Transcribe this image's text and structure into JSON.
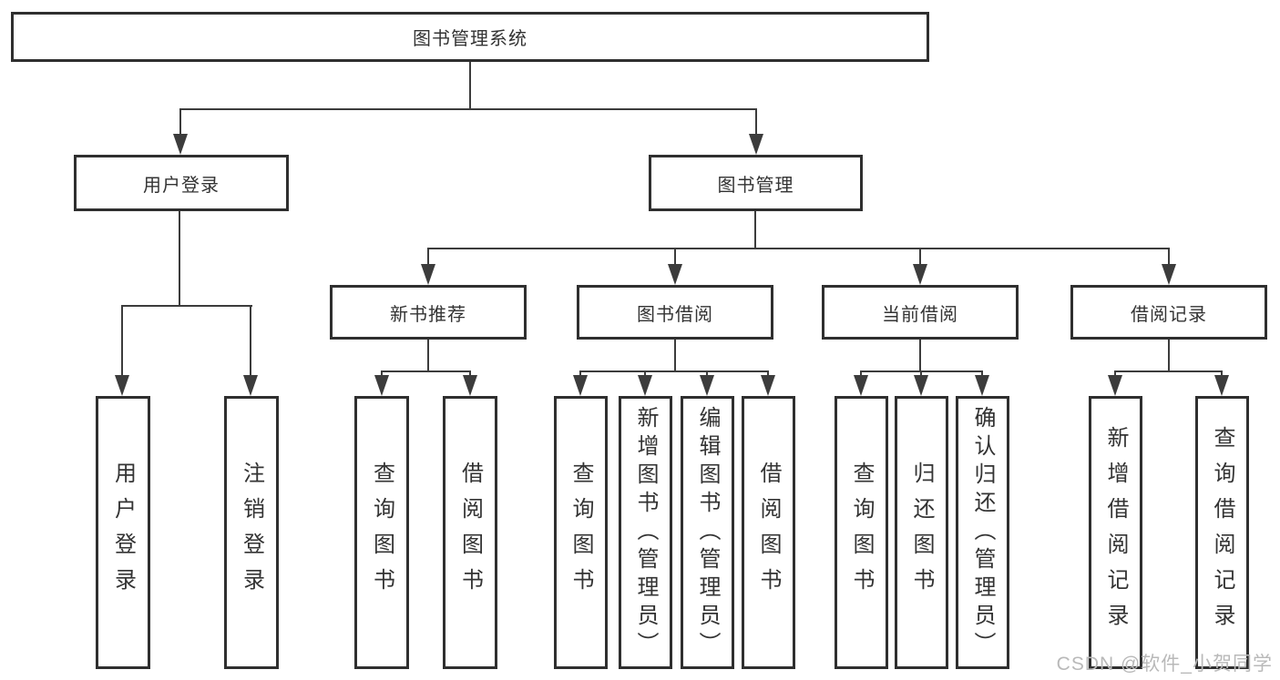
{
  "title": "图书管理系统",
  "watermark": "CSDN @软件_小贺同学",
  "colors": {
    "border": "#2f2f2f",
    "line": "#3c3c3c",
    "text": "#333333",
    "watermark_text": "#b9b9b9",
    "background": "#ffffff"
  },
  "tree": {
    "root": "图书管理系统",
    "children": [
      {
        "label": "用户登录",
        "children": [
          "用户登录",
          "注销登录"
        ]
      },
      {
        "label": "图书管理",
        "children": [
          {
            "label": "新书推荐",
            "children": [
              "查询图书",
              "借阅图书"
            ]
          },
          {
            "label": "图书借阅",
            "children": [
              "查询图书",
              "新增图书（管理员）",
              "编辑图书（管理员）",
              "借阅图书"
            ]
          },
          {
            "label": "当前借阅",
            "children": [
              "查询图书",
              "归还图书",
              "确认归还（管理员）"
            ]
          },
          {
            "label": "借阅记录",
            "children": [
              "新增借阅记录",
              "查询借阅记录"
            ]
          }
        ]
      }
    ]
  }
}
